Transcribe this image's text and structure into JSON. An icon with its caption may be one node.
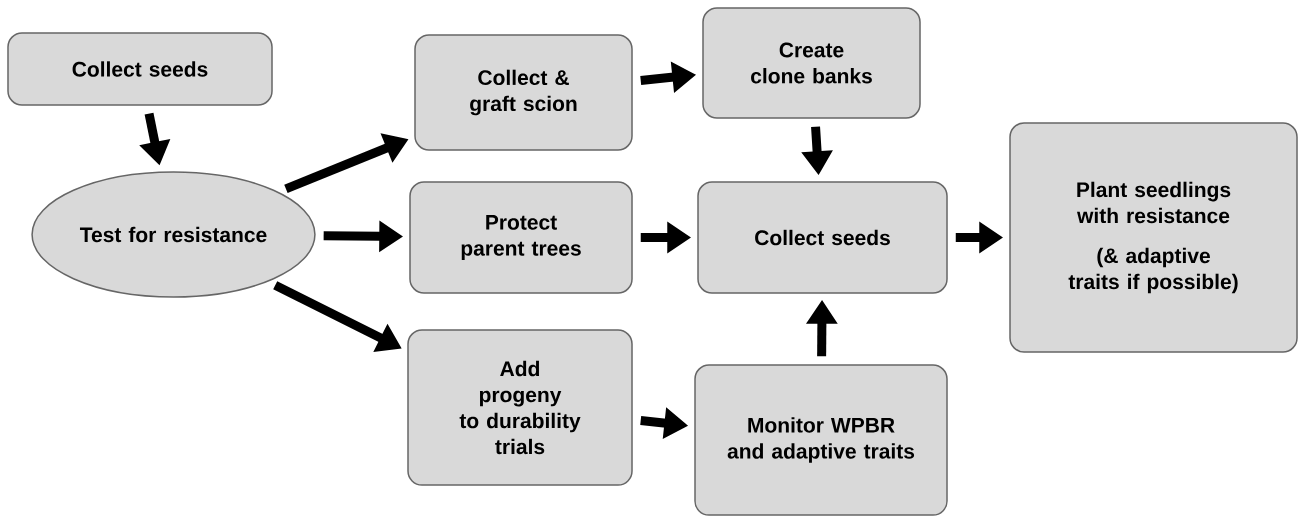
{
  "diagram": {
    "nodes": [
      {
        "text": [
          "Collect seeds"
        ]
      },
      {
        "text": [
          "Test for resistance"
        ]
      },
      {
        "text": [
          "Collect & graft scion"
        ]
      },
      {
        "text": [
          "Create clone banks"
        ]
      },
      {
        "text": [
          "Protect parent trees"
        ]
      },
      {
        "text": [
          "Collect seeds"
        ]
      },
      {
        "text": [
          "Plant seedlings with resistance",
          "(& adaptive traits if possible)"
        ]
      },
      {
        "text": [
          "Add progeny to durability trials"
        ]
      },
      {
        "text": [
          "Monitor WPBR and adaptive traits"
        ]
      }
    ],
    "edges": [
      {
        "from": 0,
        "to": 1,
        "arrow": "to"
      },
      {
        "from": 1,
        "to": 2,
        "arrow": "to"
      },
      {
        "from": 1,
        "to": 4,
        "arrow": "to"
      },
      {
        "from": 1,
        "to": 7,
        "arrow": "to"
      },
      {
        "from": 2,
        "to": 3,
        "arrow": "to"
      },
      {
        "from": 3,
        "to": 5,
        "arrow": "to"
      },
      {
        "from": 4,
        "to": 5,
        "arrow": "to"
      },
      {
        "from": 5,
        "to": 6,
        "arrow": "to"
      },
      {
        "from": 7,
        "to": 8,
        "arrow": "to"
      },
      {
        "from": 8,
        "to": 5,
        "arrow": "to"
      }
    ]
  }
}
